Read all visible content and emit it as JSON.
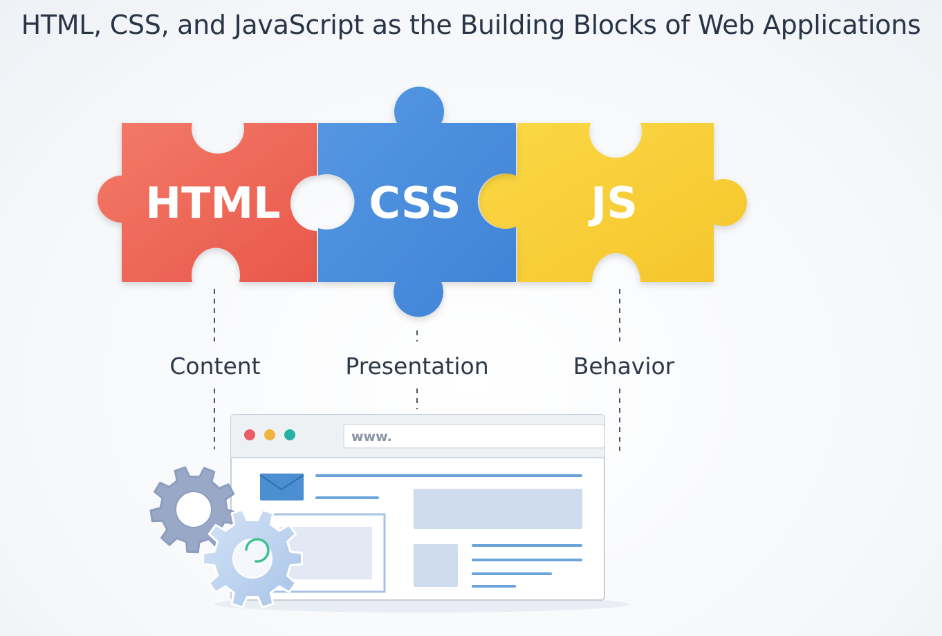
{
  "title": "HTML, CSS, and JavaScript as the Building Blocks of Web Applications",
  "pieces": [
    {
      "label": "HTML",
      "role": "Content",
      "color": "#ef6556"
    },
    {
      "label": "CSS",
      "role": "Presentation",
      "color": "#4a8cdc"
    },
    {
      "label": "JS",
      "role": "Behavior",
      "color": "#f7cd34"
    }
  ],
  "browser": {
    "url_text": "www.",
    "dot_colors": [
      "#ea5b69",
      "#f2b33d",
      "#27b0a3"
    ]
  },
  "icons": [
    "gear-icon",
    "gear-icon",
    "envelope-icon",
    "loading-spinner-icon"
  ]
}
